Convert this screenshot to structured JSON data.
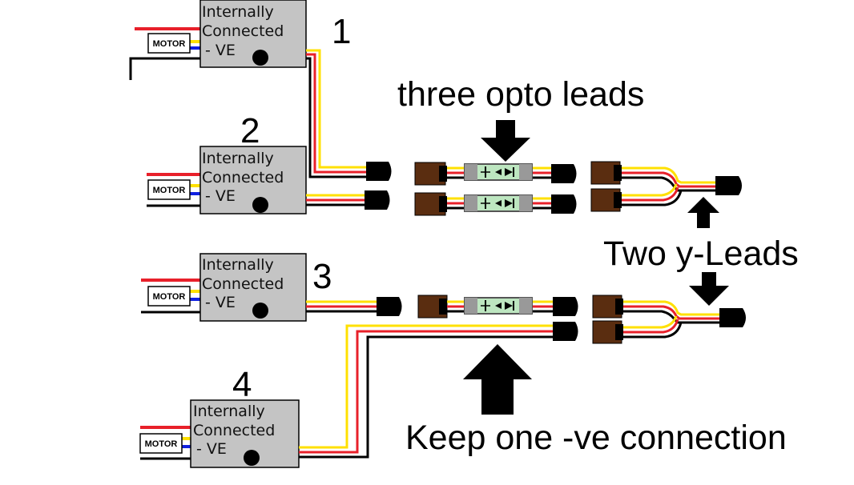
{
  "colors": {
    "red": "#e8202a",
    "yellow": "#ffe000",
    "blue": "#1020e0",
    "black": "#000000",
    "box": "#c4c4c4",
    "connector": "#5a2d10",
    "opto": "#bde6c0"
  },
  "box_lines": [
    "Internally",
    "Connected",
    "- VE"
  ],
  "motor_label": "MOTOR",
  "units": [
    {
      "number": "1"
    },
    {
      "number": "2"
    },
    {
      "number": "3"
    },
    {
      "number": "4"
    }
  ],
  "labels": {
    "opto_leads": "three opto leads",
    "y_leads": "Two y-Leads",
    "keep_ve": "Keep one -ve connection"
  },
  "icons": [
    "down-arrow-icon",
    "up-arrow-icon",
    "optocoupler-icon"
  ]
}
